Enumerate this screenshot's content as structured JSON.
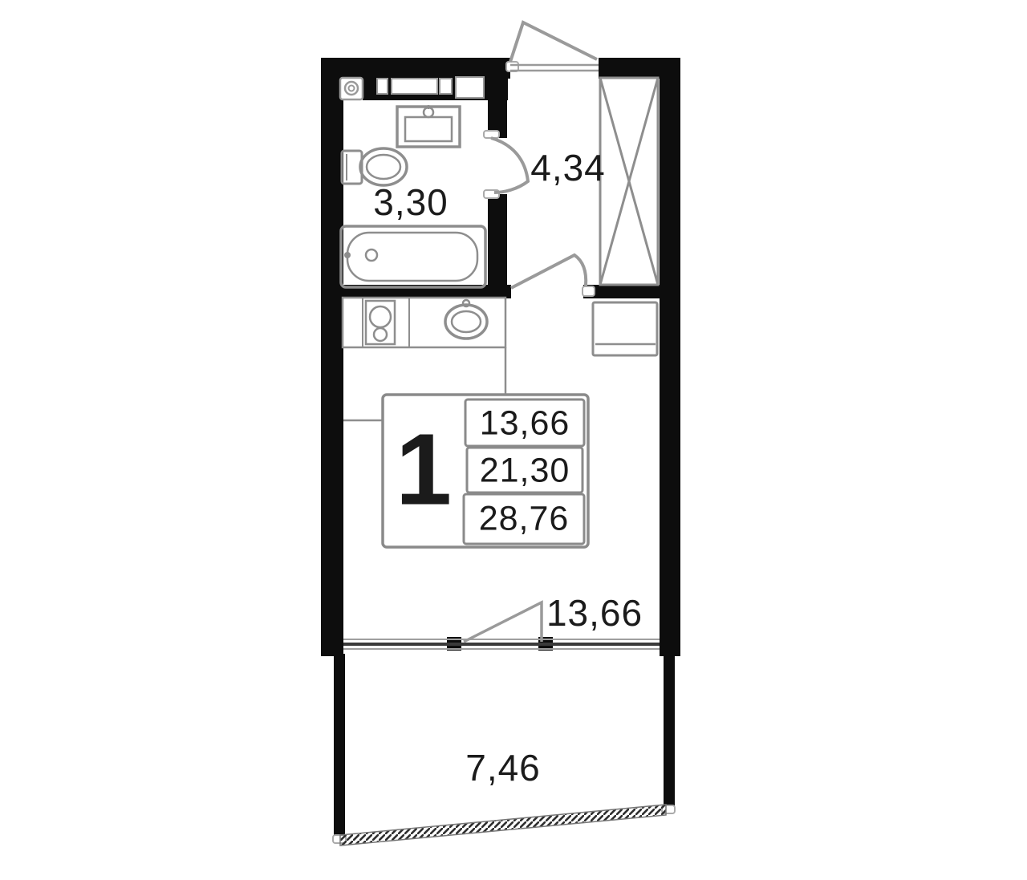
{
  "unit_card": {
    "rooms_count": "1",
    "areas": [
      "13,66",
      "21,30",
      "28,76"
    ]
  },
  "room_labels": {
    "bathroom_area": "3,30",
    "hallway_area": "4,34",
    "living_room_area": "13,66",
    "balcony_area": "7,46"
  },
  "colors": {
    "wall": "#0d0d0d",
    "fixture_line": "#8e8e8e",
    "door_line": "#9a9a9a",
    "text": "#1b1b1b",
    "background": "#ffffff"
  }
}
